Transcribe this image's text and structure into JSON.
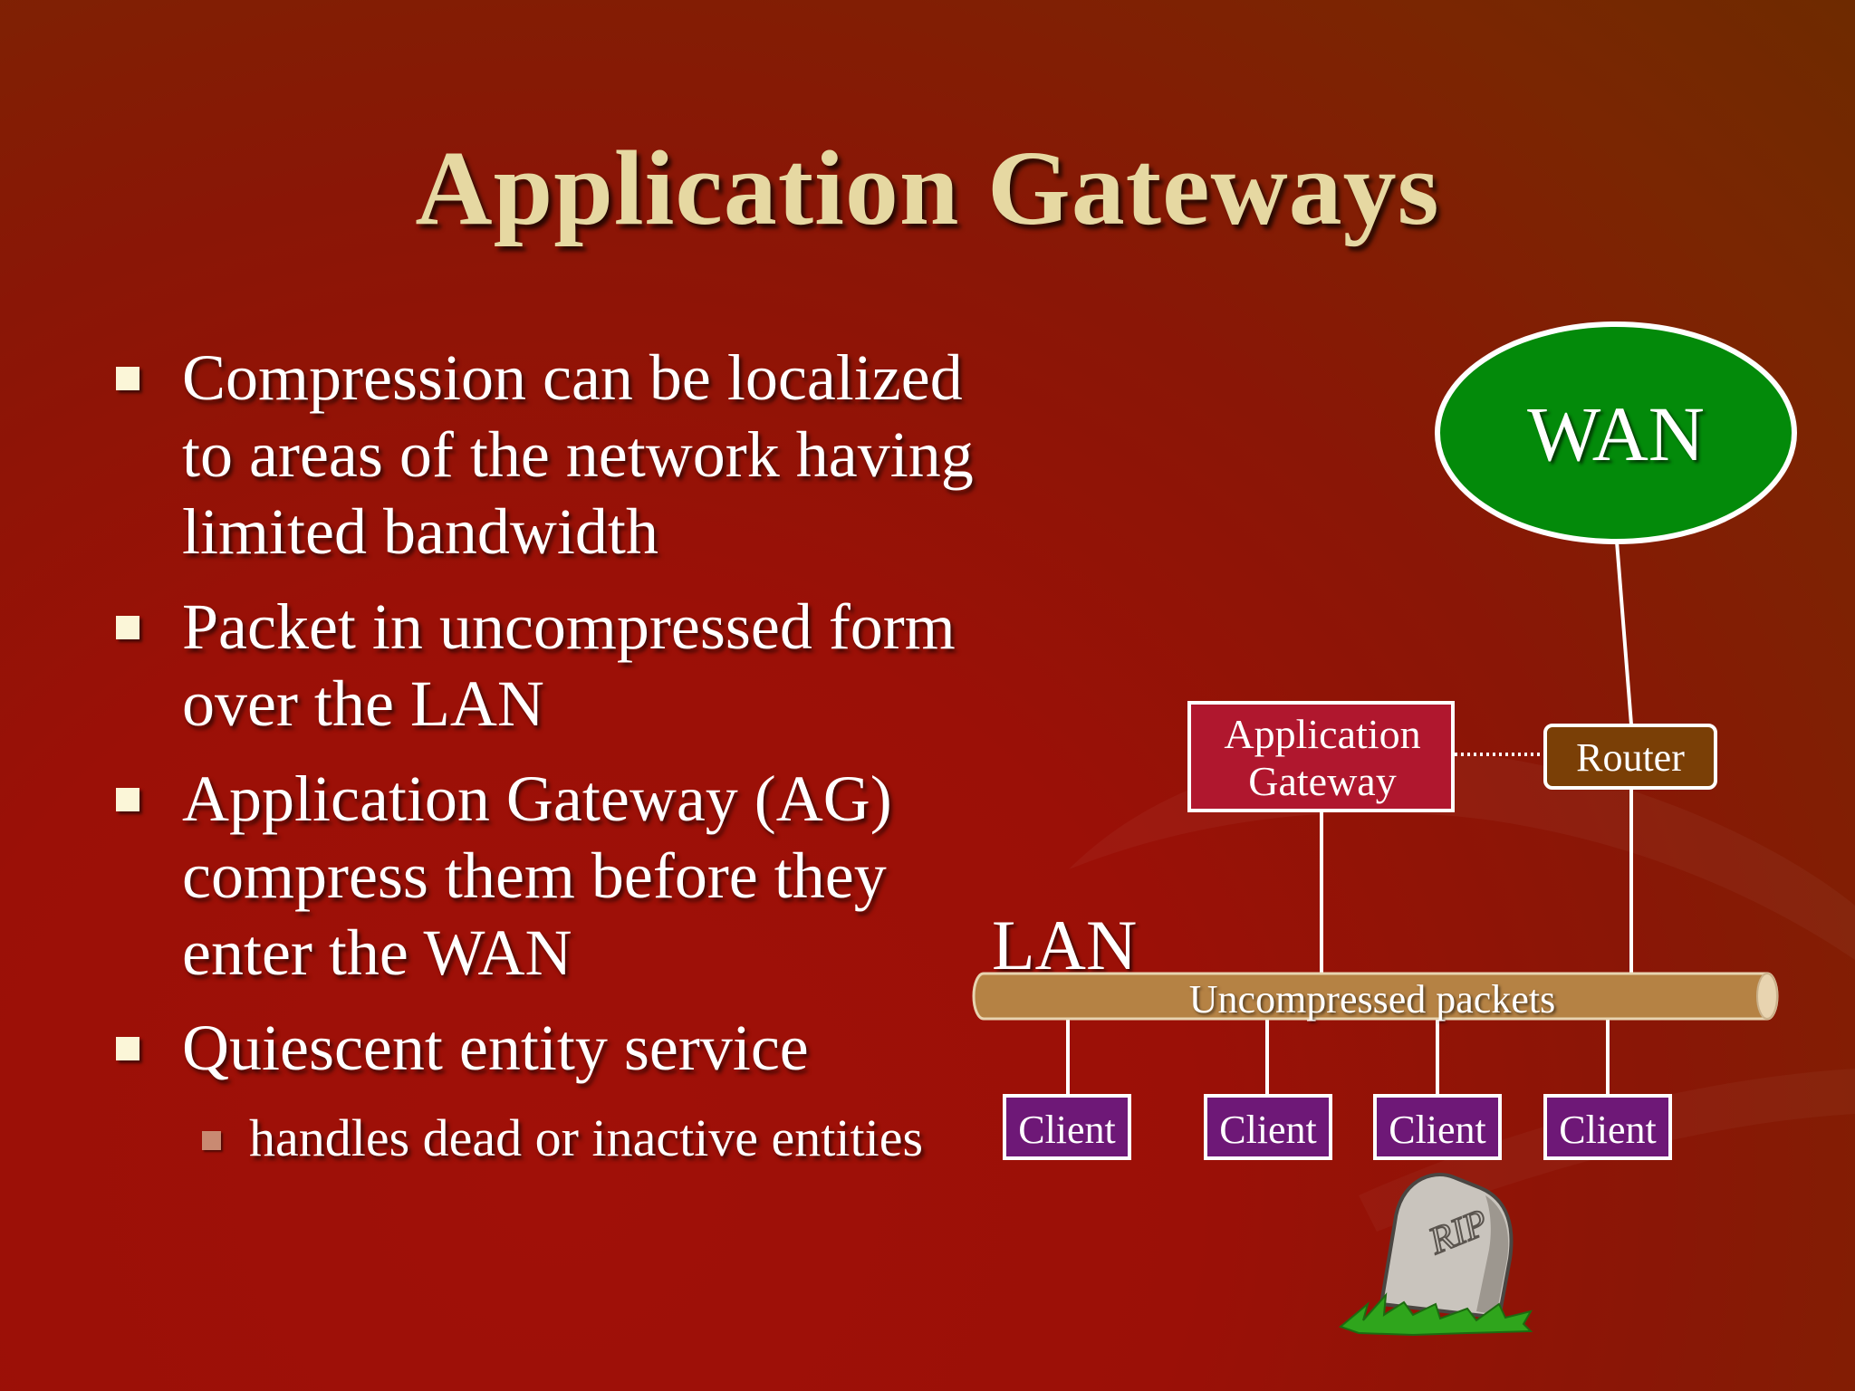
{
  "slide": {
    "title": "Application Gateways",
    "bullets": [
      {
        "text": "Compression can be localized to areas of the network having limited bandwidth"
      },
      {
        "text": "Packet in uncompressed form over the LAN"
      },
      {
        "text": "Application Gateway (AG) compress them before they enter the WAN"
      },
      {
        "text": "Quiescent entity service"
      }
    ],
    "sub_bullets": [
      {
        "text": "handles dead or inactive entities"
      }
    ]
  },
  "diagram": {
    "wan_label": "WAN",
    "router_label": "Router",
    "gateway_label_line1": "Application",
    "gateway_label_line2": "Gateway",
    "lan_label": "LAN",
    "pipe_label": "Uncompressed packets",
    "clients": [
      "Client",
      "Client",
      "Client",
      "Client"
    ],
    "tombstone_text": "RIP"
  },
  "colors": {
    "title": "#e6d8a2",
    "wan_fill": "#038a0a",
    "router_fill": "#7a3f06",
    "gateway_fill": "#b0172e",
    "pipe_fill": "#b58244",
    "client_fill": "#6e1877",
    "grass": "#2fa51c"
  }
}
